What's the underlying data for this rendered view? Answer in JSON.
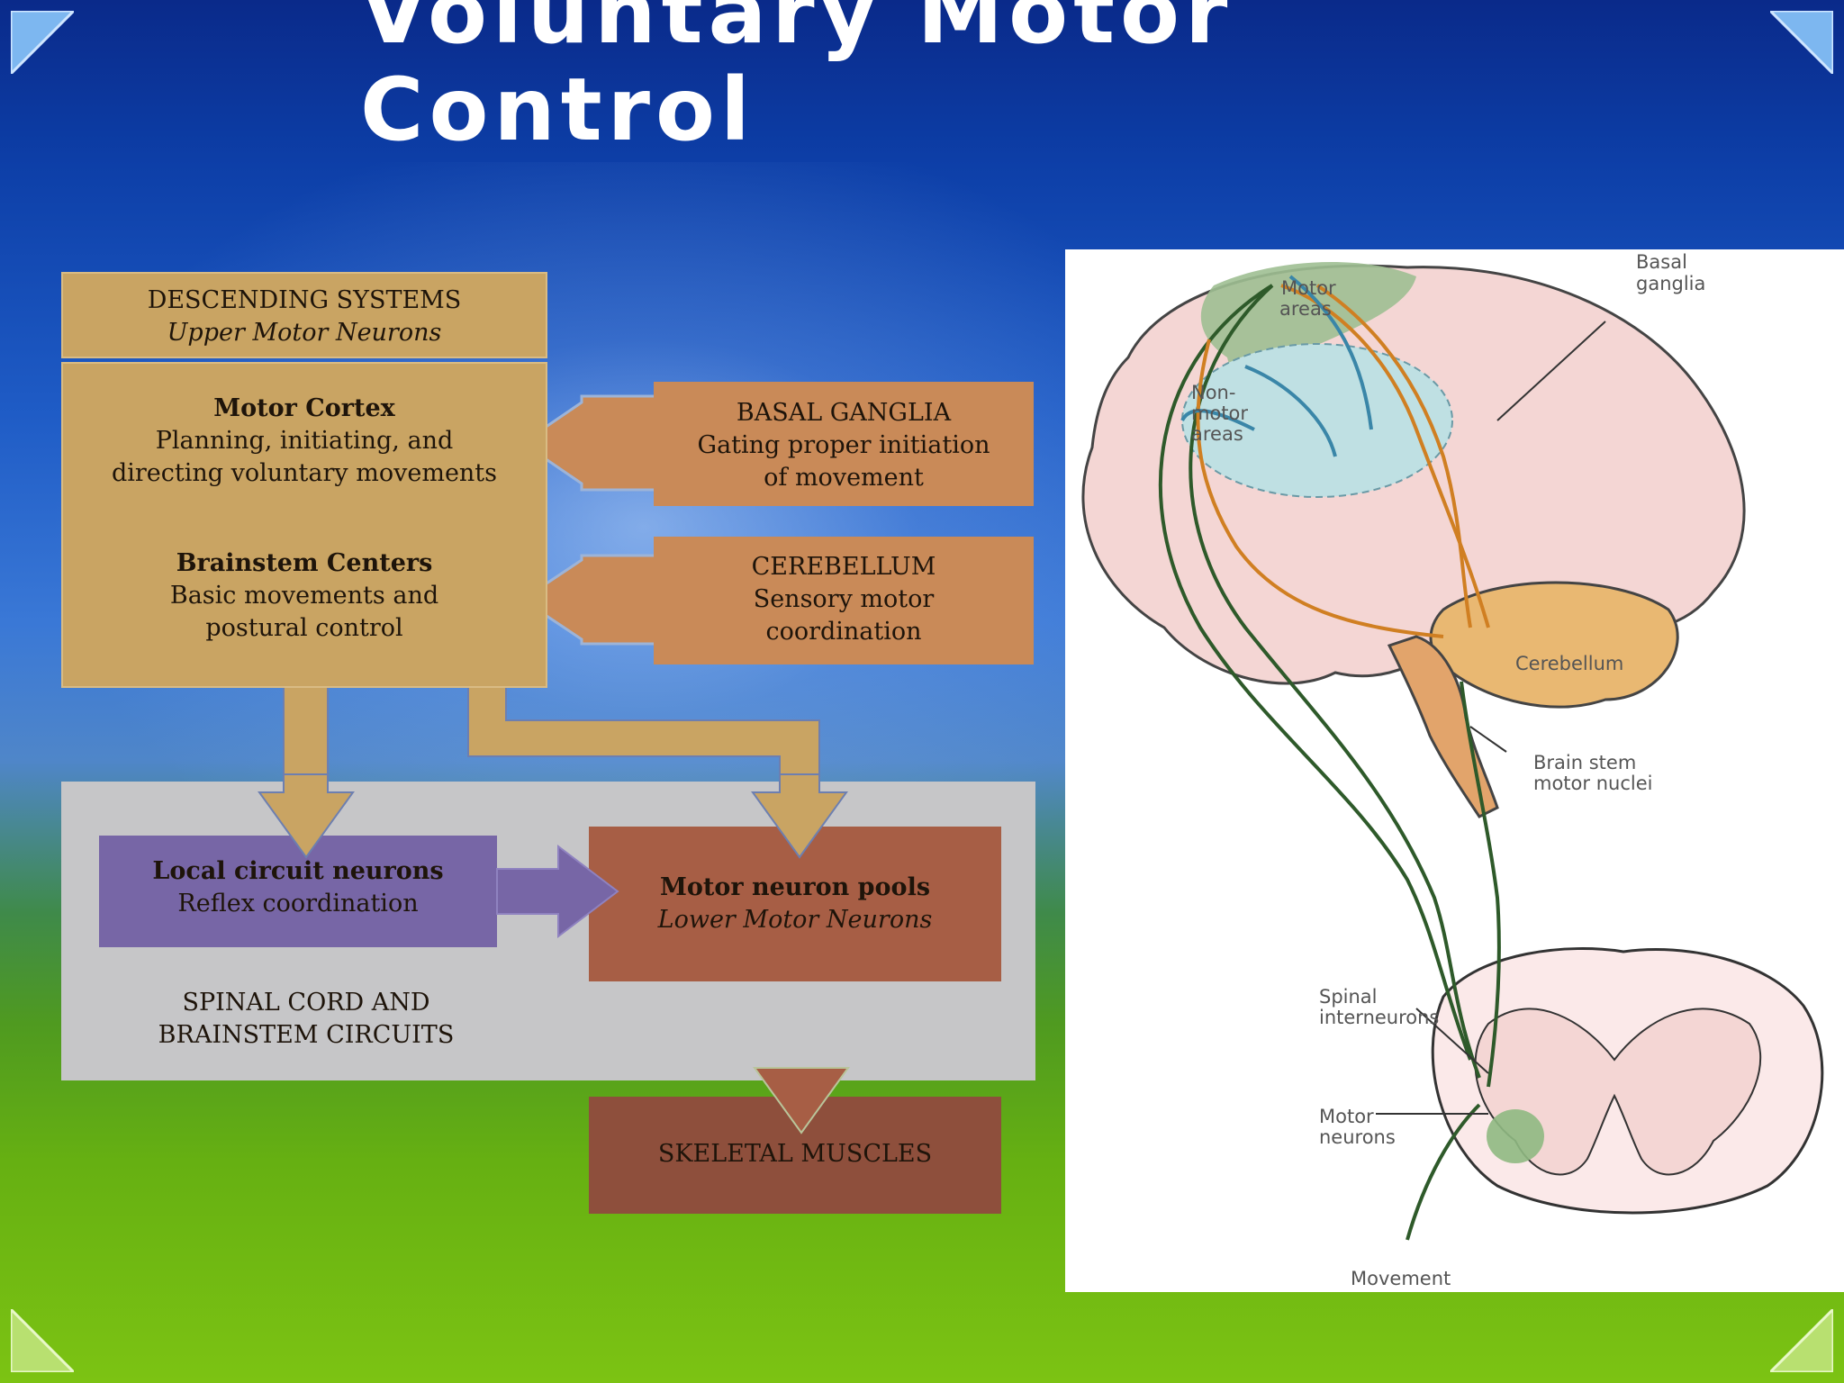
{
  "slide": {
    "title_lines": [
      "Voluntary Motor",
      "Control"
    ]
  },
  "flowchart": {
    "descending": {
      "title": "DESCENDING SYSTEMS",
      "subtitle": "Upper Motor Neurons"
    },
    "motor_cortex": {
      "title": "Motor Cortex",
      "desc_lines": [
        "Planning, initiating, and",
        "directing voluntary movements"
      ]
    },
    "brainstem_centers": {
      "title": "Brainstem Centers",
      "desc_lines": [
        "Basic movements and",
        "postural control"
      ]
    },
    "basal_ganglia": {
      "title": "BASAL GANGLIA",
      "desc_lines": [
        "Gating proper initiation",
        "of movement"
      ]
    },
    "cerebellum": {
      "title": "CEREBELLUM",
      "desc_lines": [
        "Sensory motor",
        "coordination"
      ]
    },
    "local_circuit": {
      "title": "Local circuit neurons",
      "desc": "Reflex coordination"
    },
    "motor_neuron_pools": {
      "title": "Motor neuron pools",
      "subtitle": "Lower Motor Neurons"
    },
    "spinal_cord": {
      "lines": [
        "SPINAL CORD AND",
        "BRAINSTEM CIRCUITS"
      ]
    },
    "skeletal_muscles": {
      "title": "SKELETAL MUSCLES"
    }
  },
  "brain_figure": {
    "labels": {
      "motor_areas": [
        "Motor",
        "areas"
      ],
      "basal_ganglia": [
        "Basal",
        "ganglia"
      ],
      "non_motor_areas": [
        "Non-",
        "motor",
        "areas"
      ],
      "cerebellum": "Cerebellum",
      "brain_stem": [
        "Brain stem",
        "motor nuclei"
      ],
      "spinal_interneurons": [
        "Spinal",
        "interneurons"
      ],
      "motor_neurons": [
        "Motor",
        "neurons"
      ],
      "movement": "Movement"
    }
  },
  "colors": {
    "tan": "#c9a463",
    "orange": "#c98a58",
    "purple": "#7766a6",
    "pool": "#a75e45",
    "muscle": "#8e4f3c",
    "gray": "#c6c6c8",
    "green_pathway": "#2e5a2a",
    "orange_pathway": "#d07f22",
    "blue_pathway": "#3a86a8"
  }
}
